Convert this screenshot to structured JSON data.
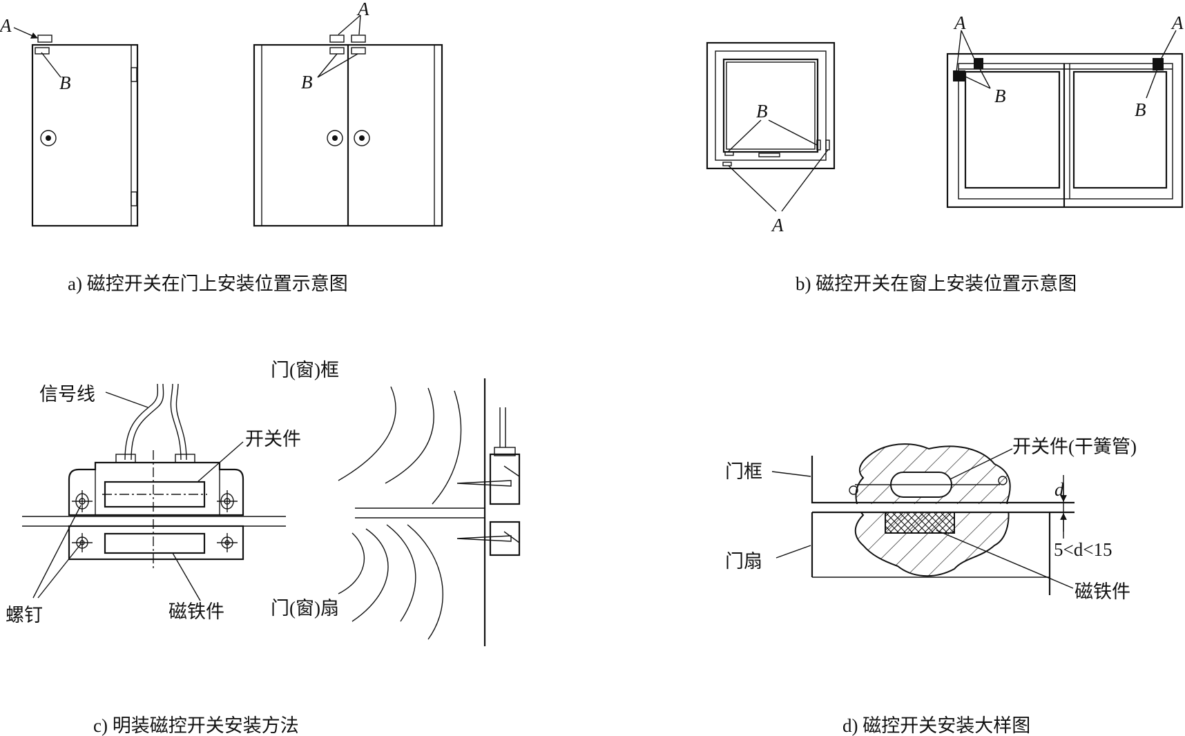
{
  "panels": {
    "a": {
      "caption": "a) 磁控开关在门上安装位置示意图",
      "label_a": "A",
      "label_b": "B",
      "label_a2": "A",
      "label_b2": "B"
    },
    "b": {
      "caption": "b) 磁控开关在窗上安装位置示意图",
      "label_b": "B",
      "label_a": "A",
      "label_a2": "A",
      "label_b2": "B",
      "label_a3": "A",
      "label_b3": "B"
    },
    "c": {
      "caption": "c) 明装磁控开关安装方法",
      "signal_wire": "信号线",
      "switch_part": "开关件",
      "screw": "螺钉",
      "magnet_part": "磁铁件",
      "door_frame": "门(窗)框",
      "door_leaf": "门(窗)扇"
    },
    "d": {
      "caption": "d) 磁控开关安装大样图",
      "door_frame": "门框",
      "door_leaf": "门扇",
      "switch_part": "开关件(干簧管)",
      "magnet_part": "磁铁件",
      "gap_symbol": "d",
      "gap_range": "5<d<15"
    }
  }
}
